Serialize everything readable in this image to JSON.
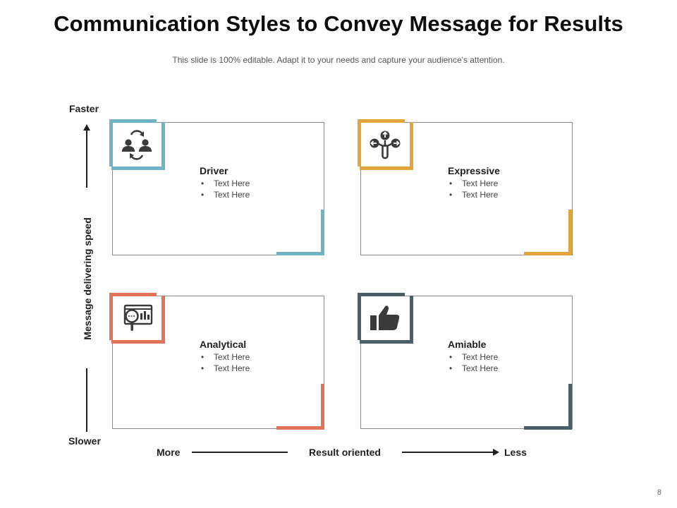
{
  "slide": {
    "title": "Communication Styles to Convey Message for Results",
    "subtitle": "This slide is 100% editable. Adapt it to your needs and capture your audience's attention.",
    "page_number": "8"
  },
  "axes": {
    "y_top": "Faster",
    "y_bottom": "Slower",
    "y_title": "Message delivering speed",
    "x_left": "More",
    "x_title": "Result oriented",
    "x_right": "Less"
  },
  "quadrants": [
    {
      "name": "Driver",
      "color": "#6fb4c5",
      "icon": "people-exchange-icon",
      "bullets": [
        "Text Here",
        "Text Here"
      ]
    },
    {
      "name": "Expressive",
      "color": "#e4a33b",
      "icon": "direction-choice-icon",
      "bullets": [
        "Text Here",
        "Text Here"
      ]
    },
    {
      "name": "Analytical",
      "color": "#e0735a",
      "icon": "data-analysis-icon",
      "bullets": [
        "Text Here",
        "Text Here"
      ]
    },
    {
      "name": "Amiable",
      "color": "#4b5f66",
      "icon": "thumbs-up-icon",
      "bullets": [
        "Text Here",
        "Text Here"
      ]
    }
  ]
}
